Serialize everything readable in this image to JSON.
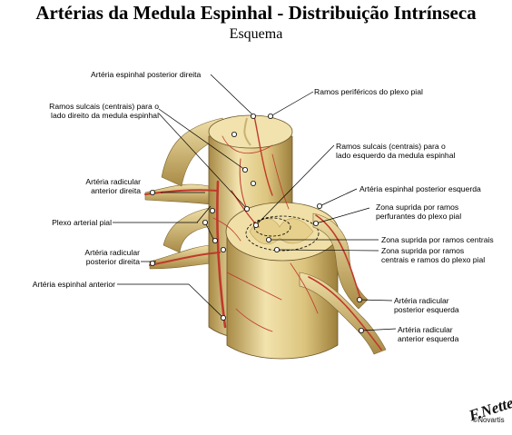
{
  "title": "Artérias da Medula Espinhal - Distribuição Intrínseca",
  "subtitle": "Esquema",
  "labels": {
    "posterior_right": "Artéria espinhal posterior direita",
    "peripheral_branches": "Ramos periféricos do plexo pial",
    "sulcal_right_1": "Ramos sulcais (centrais) para o",
    "sulcal_right_2": "lado direito da medula espinhal",
    "sulcal_left_1": "Ramos sulcais (centrais) para o",
    "sulcal_left_2": "lado esquerdo da medula espinhal",
    "radicular_anterior_right_1": "Artéria radicular",
    "radicular_anterior_right_2": "anterior direita",
    "posterior_left": "Artéria espinhal posterior esquerda",
    "zone_perforating_1": "Zona suprida por ramos",
    "zone_perforating_2": "perfurantes do plexo pial",
    "pial_plexus": "Plexo arterial pial",
    "zone_central": "Zona suprida por ramos centrais",
    "zone_mixed_1": "Zona suprida por ramos",
    "zone_mixed_2": "centrais e ramos do plexo pial",
    "radicular_posterior_right_1": "Artéria radicular",
    "radicular_posterior_right_2": "posterior direita",
    "anterior_spinal": "Artéria espinhal anterior",
    "radicular_posterior_left_1": "Artéria radicular",
    "radicular_posterior_left_2": "posterior esquerda",
    "radicular_anterior_left_1": "Artéria radicular",
    "radicular_anterior_left_2": "anterior esquerda"
  },
  "signature": {
    "mark": "F.Netter",
    "publisher": "©Novartis"
  },
  "colors": {
    "tissue": "#e8d69a",
    "tissue_shadow": "#b89e58",
    "artery": "#c0392b",
    "leader": "#000000"
  }
}
